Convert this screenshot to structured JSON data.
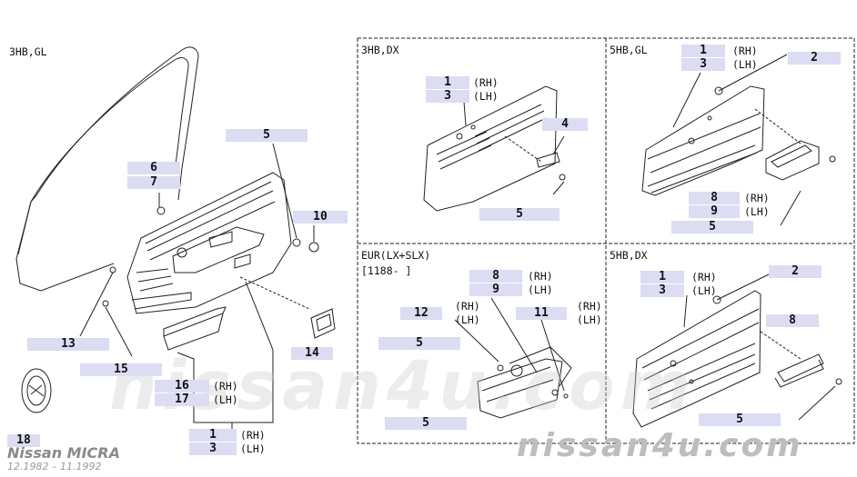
{
  "sections": {
    "main": "3HB,GL",
    "tl": "3HB,DX",
    "tr": "5HB,GL",
    "bl_line1": "EUR(LX+SLX)",
    "bl_line2": "[1188-  ]",
    "br": "5HB,DX"
  },
  "parts": {
    "p1": "1",
    "p2": "2",
    "p3": "3",
    "p4": "4",
    "p5": "5",
    "p6": "6",
    "p7": "7",
    "p8": "8",
    "p9": "9",
    "p10": "10",
    "p11": "11",
    "p12": "12",
    "p13": "13",
    "p14": "14",
    "p15": "15",
    "p16": "16",
    "p17": "17",
    "p18": "18"
  },
  "suffix": {
    "rh": "(RH)",
    "lh": "(LH)"
  },
  "watermark": {
    "large": "nissan4u.com",
    "small": "nissan4u.com"
  },
  "footer": {
    "brand": "Nissan MICRA",
    "dates": "12.1982 – 11.1992"
  },
  "colors": {
    "label_bg": "#dcdcf3",
    "line": "#222222"
  }
}
